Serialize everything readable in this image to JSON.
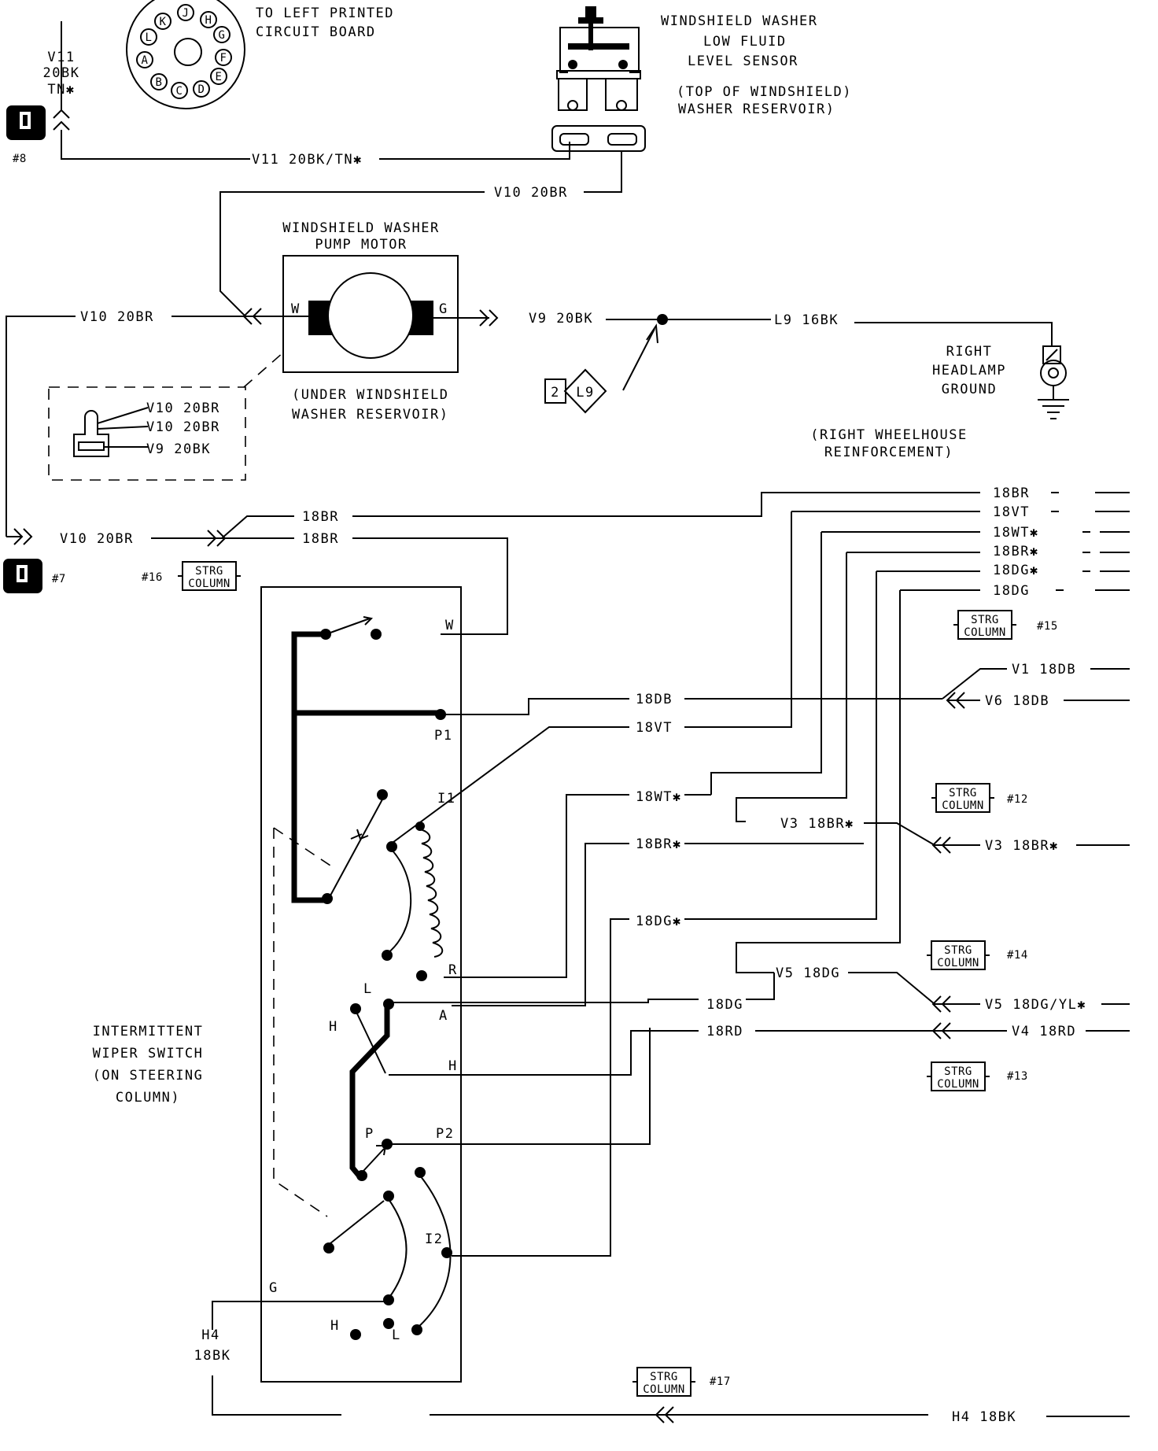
{
  "connector_top": {
    "title_line1": "TO LEFT PRINTED",
    "title_line2": "CIRCUIT BOARD",
    "pins": [
      "K",
      "J",
      "H",
      "L",
      "G",
      "A",
      "F",
      "B",
      "C",
      "D",
      "E"
    ],
    "wire_line1": "V11",
    "wire_line2": "20BK",
    "wire_line3": "TN✱",
    "splice_ref": "#8"
  },
  "sensor": {
    "line1": "WINDSHIELD WASHER",
    "line2": "LOW FLUID",
    "line3": "LEVEL SENSOR",
    "loc1": "(TOP OF WINDSHIELD)",
    "loc2": "WASHER RESERVOIR)"
  },
  "wires": {
    "v11_top": "V11 20BK/TN✱",
    "v10_sensor": "V10 20BR",
    "v10_left": "V10 20BR",
    "v9_right": "V9 20BK",
    "l9_right": "L9 16BK",
    "v10_bottom": "V10 20BR",
    "br18_a": "18BR",
    "br18_b": "18BR"
  },
  "pump": {
    "title1": "WINDSHIELD WASHER",
    "title2": "PUMP MOTOR",
    "term_w": "W",
    "term_g": "G",
    "loc1": "(UNDER WINDSHIELD",
    "loc2": "WASHER RESERVOIR)"
  },
  "pump_connector": {
    "w1": "V10 20BR",
    "w2": "V10 20BR",
    "w3": "V9 20BK"
  },
  "diamond": {
    "num": "2",
    "code": "L9"
  },
  "ground": {
    "line1": "RIGHT",
    "line2": "HEADLAMP",
    "line3": "GROUND",
    "loc1": "(RIGHT WHEELHOUSE",
    "loc2": "REINFORCEMENT)"
  },
  "splice7": "#7",
  "strg": {
    "top": "STRG",
    "bottom": "COLUMN"
  },
  "strg_refs": {
    "s16": "#16",
    "s15": "#15",
    "s12": "#12",
    "s14": "#14",
    "s13": "#13",
    "s17": "#17"
  },
  "bus": [
    "18BR",
    "18VT",
    "18WT✱",
    "18BR✱",
    "18DG✱",
    "18DG"
  ],
  "switch": {
    "title1": "INTERMITTENT",
    "title2": "WIPER SWITCH",
    "title3": "(ON STEERING",
    "title4": "COLUMN)",
    "term_w": "W",
    "term_p1": "P1",
    "term_i1": "I1",
    "term_r": "R",
    "term_l": "L",
    "term_a": "A",
    "term_h1": "H",
    "term_h2": "H",
    "term_p": "P",
    "term_p2": "P2",
    "term_i2": "I2",
    "term_g": "G",
    "term_h3": "H",
    "term_l2": "L"
  },
  "mid_wires": {
    "db": "18DB",
    "vt": "18VT",
    "wt": "18WT✱",
    "brs": "18BR✱",
    "dgs": "18DG✱",
    "dg": "18DG",
    "rd": "18RD"
  },
  "right_wires": {
    "v1": "V1 18DB",
    "v6": "V6 18DB",
    "v3a": "V3 18BR✱",
    "v3b": "V3 18BR✱",
    "v5a": "V5 18DG",
    "v5b": "V5 18DG/YL✱",
    "v4": "V4 18RD"
  },
  "h4": {
    "line1": "H4",
    "line2": "18BK",
    "right": "H4 18BK"
  }
}
